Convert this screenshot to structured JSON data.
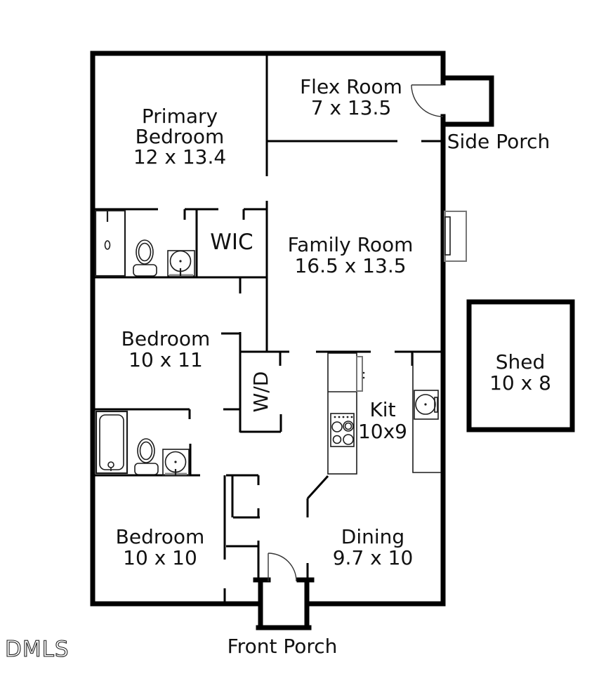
{
  "watermark": "DMLS",
  "colors": {
    "wall": "#000000",
    "fixture": "#1c1c1c",
    "counter_gray": "#8a8a8a"
  },
  "rooms": {
    "primary_bedroom": {
      "name_line1": "Primary",
      "name_line2": "Bedroom",
      "dims": "12 x 13.4"
    },
    "flex_room": {
      "name": "Flex Room",
      "dims": "7 x 13.5"
    },
    "side_porch": {
      "name": "Side Porch"
    },
    "family_room": {
      "name": "Family Room",
      "dims": "16.5 x 13.5"
    },
    "wic": {
      "name": "WIC"
    },
    "bedroom2": {
      "name": "Bedroom",
      "dims": "10 x 11"
    },
    "laundry": {
      "name": "W/D"
    },
    "kitchen": {
      "name": "Kit",
      "dims": "10x9"
    },
    "shed": {
      "name": "Shed",
      "dims": "10 x 8"
    },
    "bedroom3": {
      "name": "Bedroom",
      "dims": "10 x 10"
    },
    "dining": {
      "name": "Dining",
      "dims": "9.7 x 10"
    },
    "front_porch": {
      "name": "Front Porch"
    }
  }
}
